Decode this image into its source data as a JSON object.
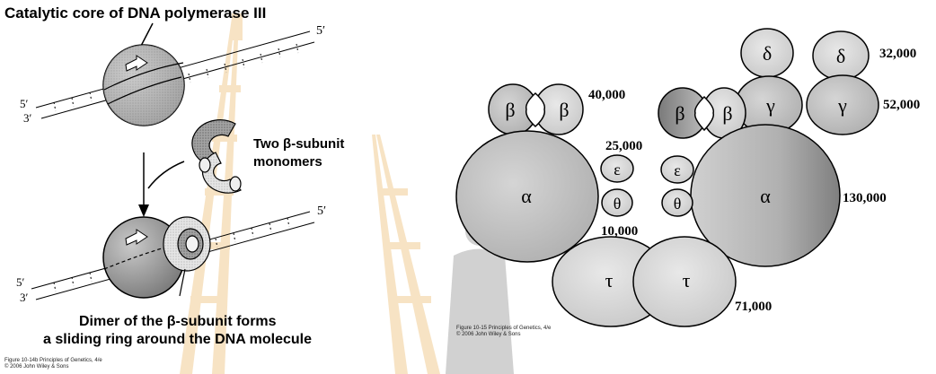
{
  "left_panel": {
    "title": "Catalytic core of DNA polymerase III",
    "strand_top_right": "5′",
    "strand_left_5": "5′",
    "strand_left_3": "3′",
    "monomers_label": [
      "Two β-subunit",
      "monomers"
    ],
    "bottom_strand_right": "5′",
    "bottom_strand_left_5": "5′",
    "bottom_strand_left_3": "3′",
    "dimer_caption": [
      "Dimer of the β-subunit forms",
      "a sliding ring around the DNA molecule"
    ],
    "figure_credit": [
      "Figure 10-14b Principles of Genetics, 4/e",
      "© 2006 John Wiley & Sons"
    ]
  },
  "right_panel": {
    "subunits": {
      "beta": "β",
      "delta": "δ",
      "gamma": "γ",
      "epsilon": "ε",
      "theta": "θ",
      "alpha": "α",
      "tau": "τ"
    },
    "masses": {
      "beta": "40,000",
      "epsilon": "25,000",
      "theta": "10,000",
      "delta": "32,000",
      "gamma": "52,000",
      "alpha": "130,000",
      "tau": "71,000"
    },
    "figure_credit": [
      "Figure 10-15 Principles of Genetics, 4/e",
      "© 2006 John Wiley & Sons"
    ]
  },
  "colors": {
    "fill_light": "#d8d8d8",
    "fill_mid": "#bdbdbd",
    "fill_dark": "#8e8e8e",
    "watermark": "#e9b15a"
  }
}
